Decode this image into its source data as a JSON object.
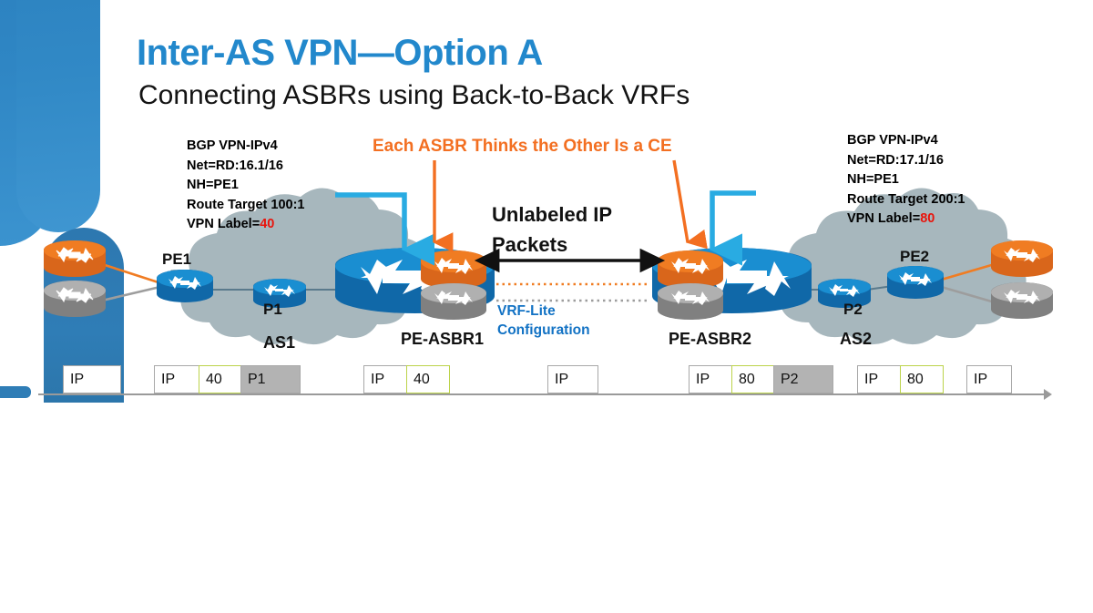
{
  "slide": {
    "title": "Inter-AS VPN—Option A",
    "subtitle": "Connecting ASBRs using Back-to-Back VRFs",
    "headline_note": "Each ASBR Thinks the Other Is a CE",
    "unlabeled_note": "Unlabeled IP Packets",
    "vrf_note": "VRF-Lite Configuration"
  },
  "colors": {
    "title_blue": "#2288cc",
    "orange": "#f36f21",
    "cyan": "#29abe2",
    "red": "#e8140c",
    "link_blue": "#1272c4",
    "cloud_gray": "#a7b7bd",
    "router_blue": "#1a8ed1",
    "router_orange": "#f07c22",
    "router_gray": "#9d9d9d",
    "label_box_green": "#bcd34a",
    "pkt_gray": "#b3b3b3"
  },
  "annotations": {
    "left": {
      "line1": "BGP VPN-IPv4",
      "line2": "Net=RD:16.1/16",
      "line3": "NH=PE1",
      "line4": "Route Target 100:1",
      "line5_prefix": "VPN Label=",
      "line5_value": "40"
    },
    "right": {
      "line1": "BGP VPN-IPv4",
      "line2": "Net=RD:17.1/16",
      "line3": "NH=PE1",
      "line4": "Route Target 200:1",
      "line5_prefix": "VPN Label=",
      "line5_value": "80"
    }
  },
  "topology": {
    "nodes": [
      {
        "id": "ce1-orange",
        "label": "",
        "type": "router-orange"
      },
      {
        "id": "ce1-gray",
        "label": "",
        "type": "router-gray"
      },
      {
        "id": "pe1",
        "label": "PE1",
        "type": "router-blue"
      },
      {
        "id": "p1",
        "label": "P1",
        "type": "router-blue"
      },
      {
        "id": "pe-asbr1",
        "label": "PE-ASBR1",
        "type": "router-blue-large"
      },
      {
        "id": "pe-asbr2",
        "label": "PE-ASBR2",
        "type": "router-blue-large"
      },
      {
        "id": "p2",
        "label": "P2",
        "type": "router-blue"
      },
      {
        "id": "pe2",
        "label": "PE2",
        "type": "router-blue"
      },
      {
        "id": "ce2-orange",
        "label": "",
        "type": "router-orange"
      },
      {
        "id": "ce2-gray",
        "label": "",
        "type": "router-gray"
      }
    ],
    "clouds": [
      {
        "id": "as1",
        "label": "AS1"
      },
      {
        "id": "as2",
        "label": "AS2"
      }
    ]
  },
  "packet_flow": {
    "groups": [
      {
        "id": "g1",
        "boxes": [
          {
            "text": "IP",
            "style": "plain",
            "width": 64
          }
        ]
      },
      {
        "id": "g2",
        "boxes": [
          {
            "text": "IP",
            "style": "plain",
            "width": 50
          },
          {
            "text": "40",
            "style": "label",
            "width": 47
          },
          {
            "text": "P1",
            "style": "gray",
            "width": 66
          }
        ]
      },
      {
        "id": "g3",
        "boxes": [
          {
            "text": "IP",
            "style": "plain",
            "width": 48
          },
          {
            "text": "40",
            "style": "label",
            "width": 48
          }
        ]
      },
      {
        "id": "g4",
        "boxes": [
          {
            "text": "IP",
            "style": "plain",
            "width": 56
          }
        ]
      },
      {
        "id": "g5",
        "boxes": [
          {
            "text": "IP",
            "style": "plain",
            "width": 48
          },
          {
            "text": "80",
            "style": "label",
            "width": 47
          },
          {
            "text": "P2",
            "style": "gray",
            "width": 66
          }
        ]
      },
      {
        "id": "g6",
        "boxes": [
          {
            "text": "IP",
            "style": "plain",
            "width": 48
          },
          {
            "text": "80",
            "style": "label",
            "width": 48
          }
        ]
      },
      {
        "id": "g7",
        "boxes": [
          {
            "text": "IP",
            "style": "plain",
            "width": 50
          }
        ]
      }
    ]
  }
}
